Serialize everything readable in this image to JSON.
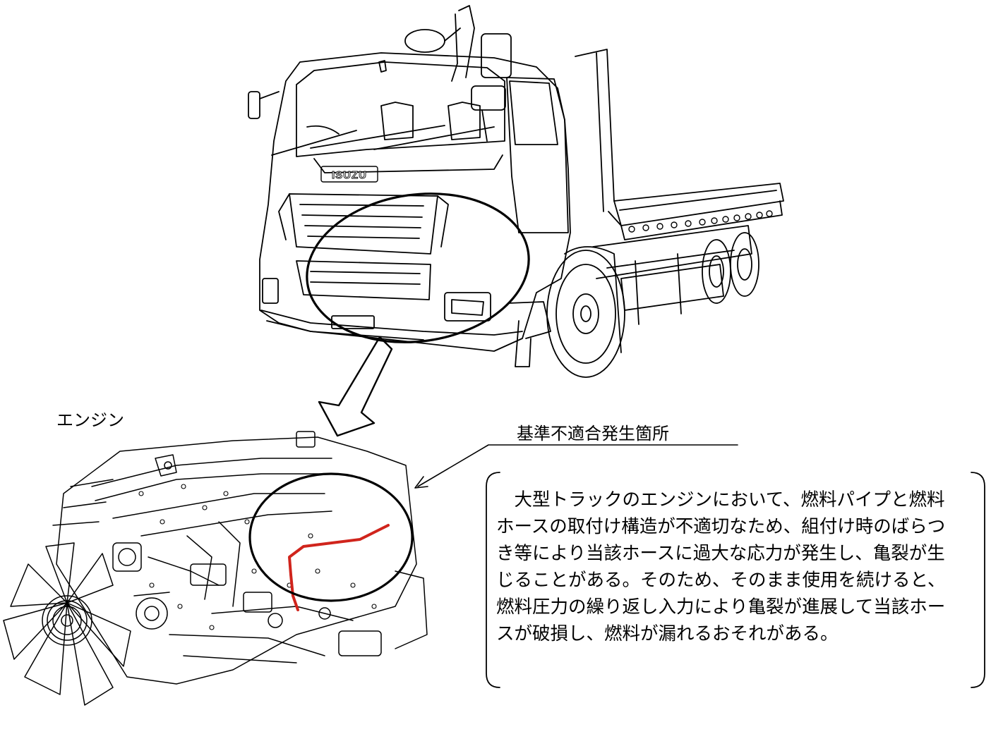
{
  "truck": {
    "brand": "ISUZU"
  },
  "labels": {
    "engine": "エンジン",
    "defect_location": "基準不適合発生箇所"
  },
  "description": "　大型トラックのエンジンにおいて、燃料パイプと燃料ホースの取付け構造が不適切なため、組付け時のばらつき等により当該ホースに過大な応力が発生し、亀裂が生じることがある。そのため、そのまま使用を続けると、燃料圧力の繰り返し入力により亀裂が進展して当該ホースが破損し、燃料が漏れるおそれがある。",
  "colors": {
    "line": "#000000",
    "highlight_hose": "#d0241c"
  }
}
